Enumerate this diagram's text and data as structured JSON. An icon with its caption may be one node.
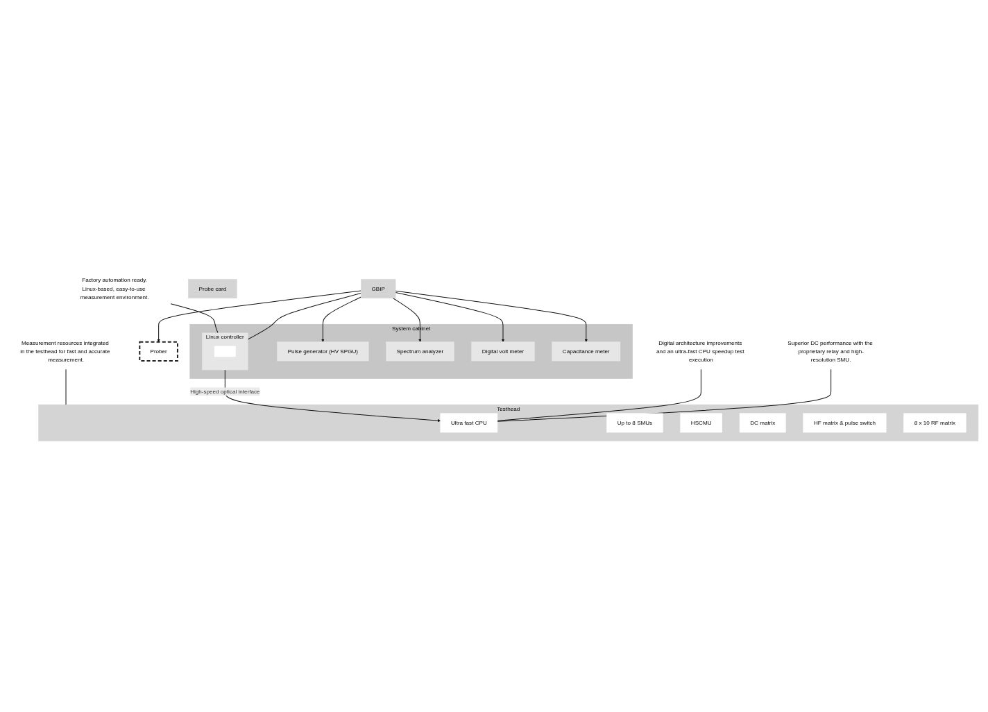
{
  "diagram": {
    "nodes": [
      {
        "text": [
          "System cabinet"
        ]
      },
      {
        "text": [
          "Pulse generator (HV SPGU)"
        ],
        "in": 0
      },
      {
        "text": [
          "Spectrum analyzer"
        ],
        "in": 0
      },
      {
        "text": [
          "Digital volt meter"
        ],
        "in": 0
      },
      {
        "text": [
          "Capacitance meter"
        ],
        "in": 0
      },
      {
        "text": [
          "Linux controller"
        ],
        "in": 0
      },
      {
        "text": [],
        "shape": "box",
        "in": 5
      },
      {
        "text": [
          "GBIP"
        ]
      },
      {
        "text": [
          "Testhead"
        ]
      },
      {
        "text": [
          "Ultra fast CPU"
        ],
        "in": 8
      },
      {
        "text": [
          "Up to 8 SMUs"
        ],
        "in": 8
      },
      {
        "text": [
          "HSCMU"
        ],
        "in": 8
      },
      {
        "text": [
          "DC matrix"
        ],
        "in": 8
      },
      {
        "text": [
          "HF matrix & pulse switch"
        ],
        "in": 8
      },
      {
        "text": [
          "8 x 10 RF matrix"
        ],
        "in": 8
      },
      {
        "text": [
          "Probe card"
        ]
      },
      {
        "text": [
          "Prober"
        ]
      },
      {
        "text": [
          "Superior DC performance with the proprietary relay and high-resolution SMU."
        ]
      },
      {
        "text": [
          "Digital architecture improvements and an ultra-fast CPU speedup test execution"
        ]
      },
      {
        "text": [
          "Measurement resources integrated in the testhead for fast and accurate measurement."
        ]
      },
      {
        "text": [
          "Factory automation ready.",
          "Linux-based, easy-to-use measurement environment."
        ]
      }
    ],
    "edges": [
      {
        "from": 7,
        "to": 1,
        "arrow": "to"
      },
      {
        "from": 7,
        "to": 2,
        "arrow": "to"
      },
      {
        "from": 7,
        "to": 3,
        "arrow": "to"
      },
      {
        "from": 7,
        "to": 4,
        "arrow": "to"
      },
      {
        "from": 7,
        "to": 16,
        "arrow": "to"
      },
      {
        "from": 7,
        "to": 5,
        "arrow": "none"
      },
      {
        "from": 5,
        "to": 9,
        "arrow": "to",
        "label": "High-speed optical interface"
      },
      {
        "from": 17,
        "to": 9,
        "arrow": "none"
      },
      {
        "from": 18,
        "to": 9,
        "arrow": "none"
      },
      {
        "from": 19,
        "to": 8,
        "arrow": "none"
      },
      {
        "from": 20,
        "to": 5,
        "arrow": "none"
      }
    ]
  }
}
